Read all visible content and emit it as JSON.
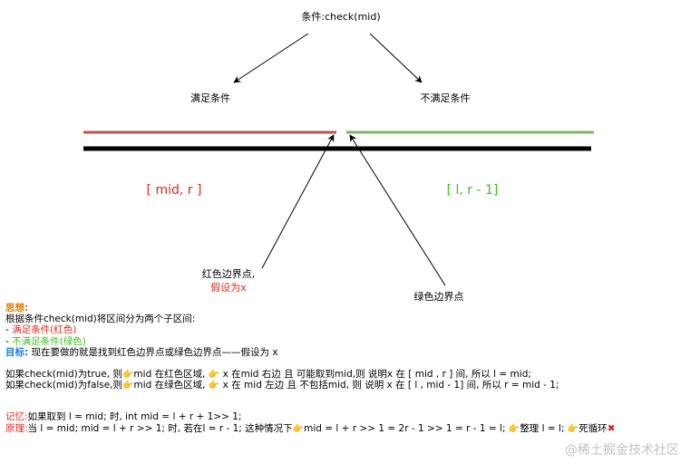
{
  "diagram": {
    "top_label": "条件:check(mid)",
    "left_label": "满足条件",
    "right_label": "不满足条件",
    "red_range": "[ mid, r ]",
    "green_range": "[ l, r - 1]",
    "red_point_label_1": "红色边界点,",
    "red_point_label_2": "假设为x",
    "green_point_label": "绿色边界点",
    "colors": {
      "red_line": "#b85450",
      "green_line": "#82b366",
      "red_text": "#e8261c",
      "green_text": "#3cc21b"
    }
  },
  "notes": {
    "thinking_title": "思想:",
    "l1": "根据条件check(mid)将区间分为两个子区间:",
    "l2_prefix": "- ",
    "l2_text": "满足条件(红色)",
    "l3_prefix": "- ",
    "l3_text": "不满足条件(绿色)",
    "goal_label": "目标:",
    "goal_text": "现在要做的就是找到红色边界点或绿色边界点——假设为 x",
    "t1_a": "如果check(mid)为true,    则",
    "t1_b": "mid 在红色区域,",
    "t1_c": "x 在mid 右边 且 可能取到mid,则 说明x 在 [ mid , r ] 间,   所以 l = mid;",
    "f1_a": "如果check(mid)为false,则",
    "f1_b": "mid 在绿色区域,",
    "f1_c": "x 在 mid 左边 且 不包括mid,  则 说明 x 在 [ l , mid - 1] 间,   所以 r = mid - 1;",
    "memory_label": "记忆:",
    "memory_text": "如果取到 l = mid; 时,   int mid = l + r + 1>> 1;",
    "principle_label": "原理:",
    "principle_a": "当 l = mid;  mid = l + r >> 1; 时,  若在l = r - 1;  这种情况下",
    "principle_b": "mid = l + r >> 1 = 2r - 1 >> 1 = r - 1 = l;",
    "principle_c": "整理 l = l;",
    "principle_d": "死循环",
    "icons": {
      "finger": "pointing-finger-icon",
      "cross": "red-cross-icon"
    }
  },
  "watermark": "@稀土掘金技术社区"
}
